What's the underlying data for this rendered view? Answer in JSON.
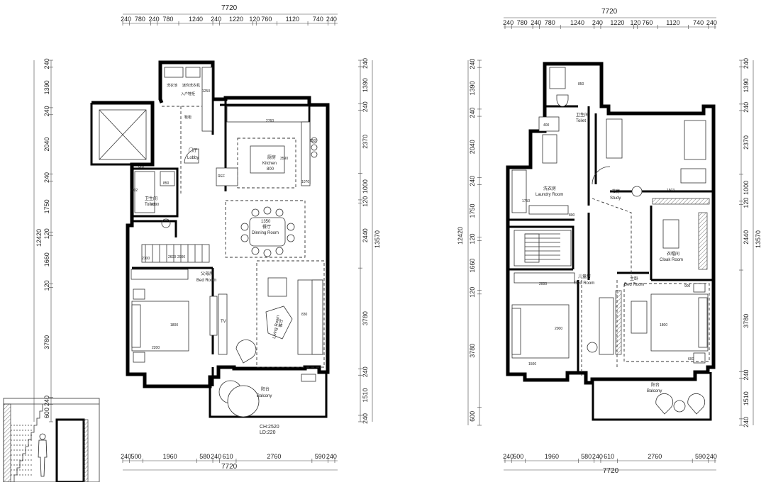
{
  "dimensions": {
    "overall_width": "7720",
    "top_segments": [
      "240",
      "780",
      "240",
      "780",
      "1240",
      "240",
      "1220",
      "120",
      "760",
      "1120",
      "740",
      "240"
    ],
    "bottom_segments": [
      "240",
      "500",
      "1960",
      "580",
      "240",
      "610",
      "2760",
      "590",
      "240"
    ],
    "left_segments": [
      "240",
      "1390",
      "240",
      "2040",
      "240",
      "1750",
      "120",
      "1660",
      "120",
      "3780",
      "600"
    ],
    "left_total": "12420",
    "right_segments": [
      "240",
      "1390",
      "240",
      "2370",
      "1000",
      "120",
      "2440",
      "3780",
      "240",
      "1510",
      "240"
    ],
    "right_total": "13570",
    "left2_segments": [
      "240",
      "1390",
      "240",
      "2040",
      "240",
      "1750",
      "120",
      "1660",
      "120",
      "3780",
      "240",
      "600"
    ],
    "left2_total": "12420"
  },
  "floor1": {
    "rooms": {
      "lobby": {
        "zh": "门厅",
        "en": "Lobby"
      },
      "kitchen": {
        "zh": "厨房",
        "en": "Kitchen",
        "dim": "800"
      },
      "toilet": {
        "zh": "卫生间",
        "en": "Toilet"
      },
      "dining": {
        "zh": "餐厅",
        "en": "Dinning Room",
        "dim": "1350"
      },
      "bedroom": {
        "zh": "父母房",
        "en": "Bed Room"
      },
      "living": {
        "zh": "客厅",
        "en": "Living Room"
      },
      "balcony": {
        "zh": "阳台",
        "en": "Balcony"
      }
    },
    "small_labels": [
      "洗衣池",
      "迷你洗衣机",
      "入户鞋柜",
      "鞋柜",
      "REF",
      "2760",
      "2200",
      "2900",
      "2600",
      "1250",
      "2390",
      "850",
      "900",
      "1502",
      "1800",
      "2100",
      "830",
      "3590",
      "1070",
      "650"
    ],
    "ceiling": "CH:2520",
    "ld": "LD:220",
    "tv": "TV"
  },
  "floor2": {
    "rooms": {
      "toilet": {
        "zh": "卫生间",
        "en": "Toilet"
      },
      "laundry": {
        "zh": "洗衣房",
        "en": "Laundry Room"
      },
      "study": {
        "zh": "书房",
        "en": "Study"
      },
      "cloak": {
        "zh": "衣帽间",
        "en": "Cloak Room"
      },
      "kids": {
        "zh": "儿童房",
        "en": "Bed Room"
      },
      "master": {
        "zh": "主卧",
        "en": "Bed Room"
      },
      "balcony": {
        "zh": "阳台",
        "en": "Balcony"
      }
    },
    "small_labels": [
      "850",
      "400",
      "1503",
      "2000",
      "1800",
      "900",
      "600",
      "1750",
      "2000",
      "800",
      "1500"
    ]
  }
}
